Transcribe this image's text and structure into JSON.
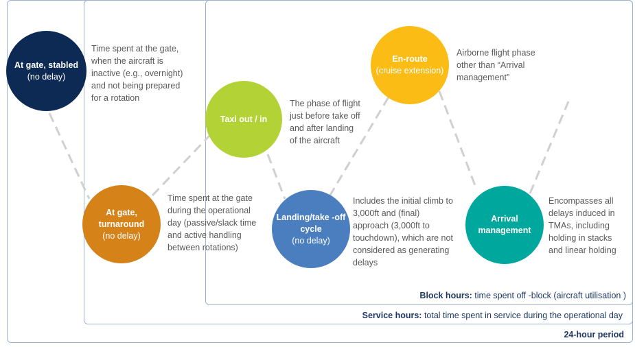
{
  "stages": {
    "at_gate_stabled": {
      "title": "At gate, stabled",
      "sub": "(no delay)",
      "color": "#0d2a55",
      "desc": [
        "Time spent at the gate,",
        "when the aircraft is",
        "inactive (e.g., overnight)",
        "and not being prepared",
        "for a rotation"
      ]
    },
    "at_gate_turnaround": {
      "title_l1": "At gate,",
      "title_l2": "turnaround",
      "sub": "(no delay)",
      "color": "#d58219",
      "desc": [
        "Time spent at the gate",
        "during the operational",
        "day (passive/slack time",
        "and active handling",
        "between rotations)"
      ]
    },
    "taxi": {
      "title": "Taxi out / in",
      "color": "#b2d235",
      "desc": [
        "The phase of flight",
        "just before take off",
        "and after landing",
        "of the aircraft"
      ]
    },
    "landing": {
      "title_l1": "Landing/take -off",
      "title_l2": "cycle",
      "sub": "(no delay)",
      "color": "#4a7ebf",
      "desc": [
        "Includes the initial climb to",
        "3,000ft and (final)",
        "approach (3,000ft to",
        "touchdown), which are not",
        "considered as generating",
        "delays"
      ]
    },
    "en_route": {
      "title": "En-route",
      "sub": "(cruise extension)",
      "color": "#fbbd15",
      "desc": [
        "Airborne flight phase",
        "other than “Arrival",
        "management”"
      ]
    },
    "arrival": {
      "title_l1": "Arrival",
      "title_l2": "management",
      "color": "#00a79d",
      "desc": [
        "Encompasses all",
        "delays induced in",
        "TMAs, including",
        "holding in stacks",
        "and linear holding"
      ]
    }
  },
  "periods": {
    "block": {
      "bold": "Block hours:",
      "text": " time spent off -block (aircraft  utilisation )"
    },
    "service": {
      "bold": "Service hours:",
      "text": " total time spent in service during the operational day"
    },
    "day": {
      "bold": "24-hour period"
    }
  },
  "colors": {
    "frame": "#9fb3d3",
    "connector": "#d0d0d0",
    "label": "#1f3864",
    "desc": "#595959"
  }
}
